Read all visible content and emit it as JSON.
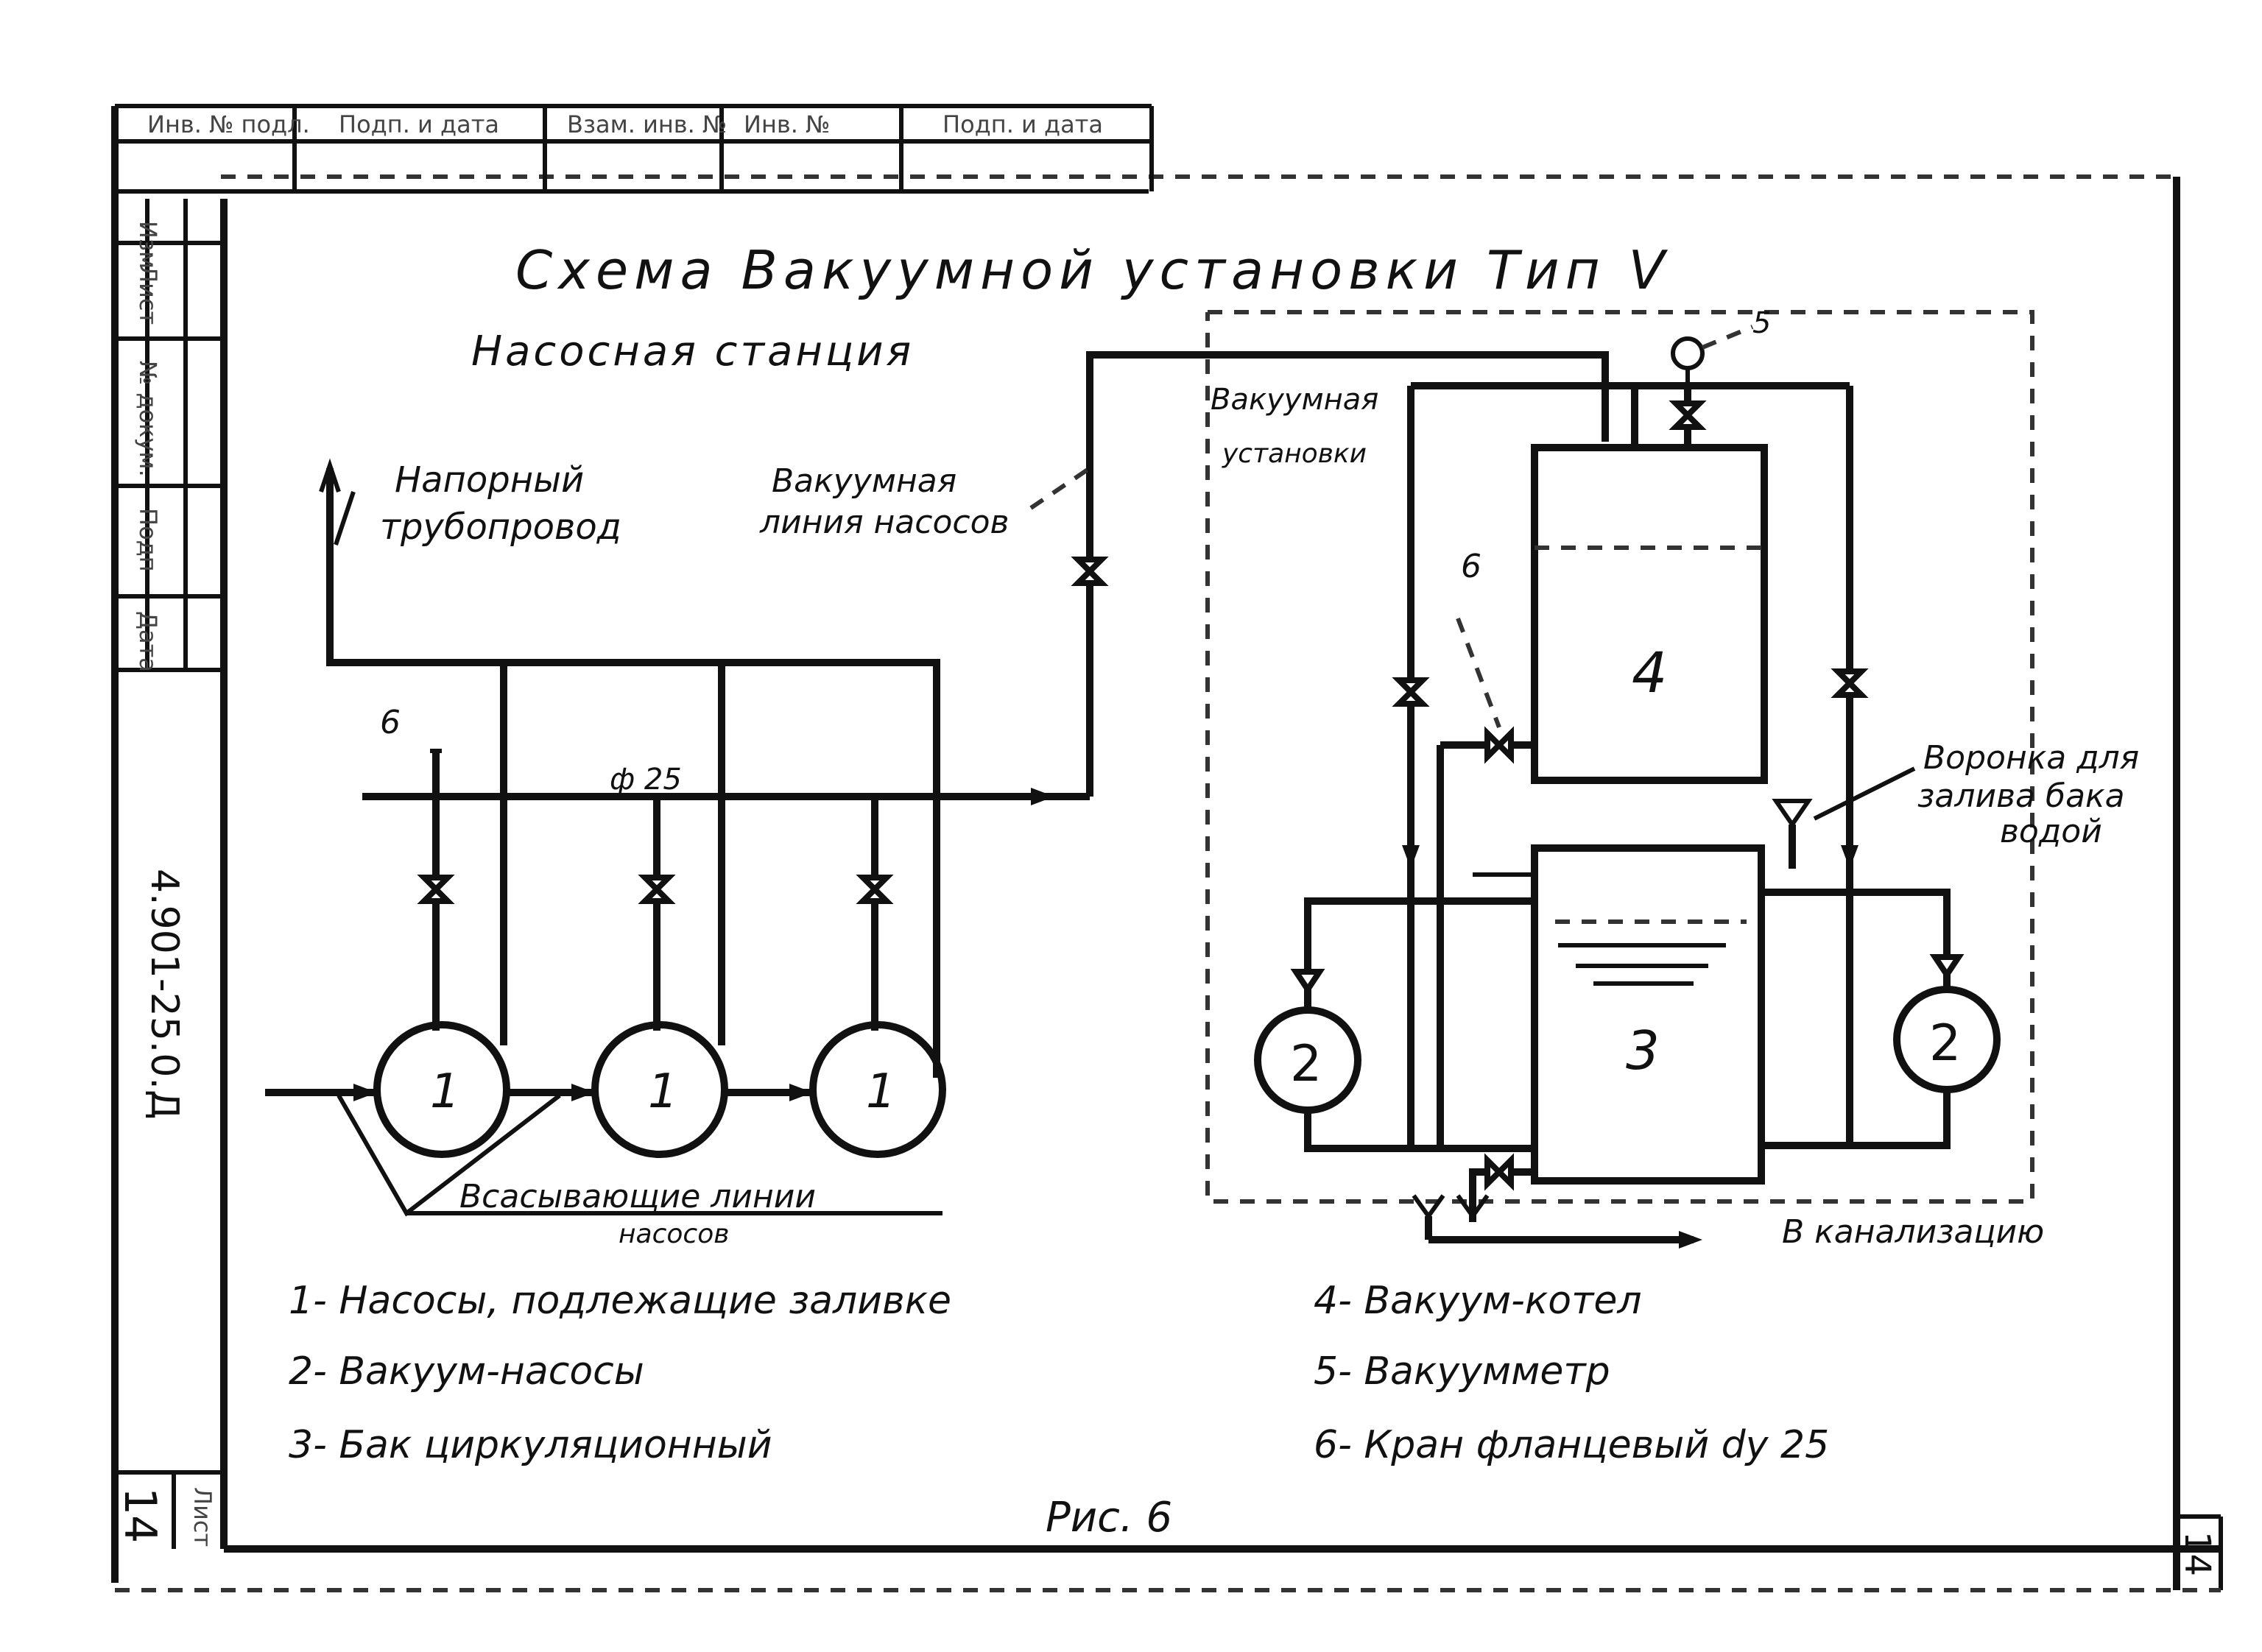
{
  "title": "Схема Вакуумной установки Тип V",
  "subtitle": "Насосная станция",
  "labels": {
    "pressure_line_1": "Напорный",
    "pressure_line_2": "трубопровод",
    "vacuum_line_1": "Вакуумная",
    "vacuum_line_2": "линия насосов",
    "vacuum_install_1": "Вакуумная",
    "vacuum_install_2": "установки",
    "diameter": "ф 25",
    "valve_ref_left": "6",
    "valve_ref_right": "6",
    "gauge_ref": "5",
    "funnel_1": "Воронка для",
    "funnel_2": "залива бака",
    "funnel_3": "водой",
    "suction_1": "Всасывающие линии",
    "suction_2": "насосов",
    "drain": "В канализацию"
  },
  "components": {
    "pump_1a": "1",
    "pump_1b": "1",
    "pump_1c": "1",
    "vac_pump_left": "2",
    "vac_pump_right": "2",
    "tank": "3",
    "boiler": "4"
  },
  "legend": [
    "1- Насосы, подлежащие заливке",
    "2- Вакуум-насосы",
    "3- Бак циркуляционный",
    "4- Вакуум-котел",
    "5- Вакуумметр",
    "6- Кран фланцевый dу 25"
  ],
  "caption": "Рис. 6",
  "doc_code": "4.901-25.0.Д",
  "sheet_left": "14",
  "sheet_right": "14",
  "stamp": {
    "top": [
      "Инв. № подл.",
      "Подп. и дата",
      "Взам. инв. №",
      "Инв. №",
      "Подп. и дата"
    ],
    "side": [
      "Изм",
      "Лист",
      "№ докум.",
      "Подп",
      "Дата"
    ],
    "sheet_word": "Лист"
  }
}
